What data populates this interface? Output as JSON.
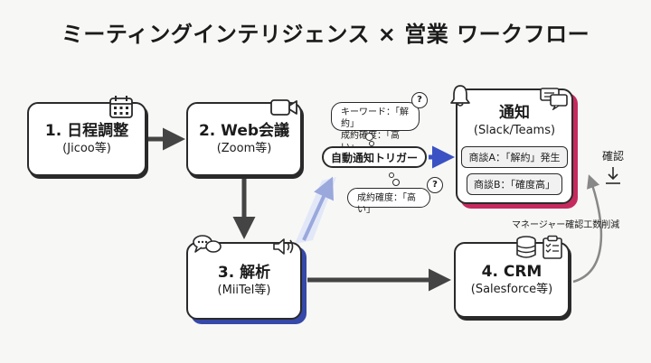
{
  "title": "ミーティングインテリジェンス × 営業 ワークフロー",
  "nodes": {
    "schedule": {
      "title": "1. 日程調整",
      "sub": "(Jicoo等)"
    },
    "webmeeting": {
      "title": "2. Web会議",
      "sub": "(Zoom等)"
    },
    "analysis": {
      "title": "3. 解析",
      "sub": "(MiiTel等)"
    },
    "crm": {
      "title": "4. CRM",
      "sub": "(Salesforce等)"
    },
    "notify": {
      "title": "通知",
      "sub": "(Slack/Teams)",
      "badges": [
        "商談A：「解約」発生",
        "商談B：「確度高」"
      ]
    }
  },
  "trigger": {
    "label": "自動通知トリガー",
    "condition_keyword_line1": "キーワード：「解約」",
    "condition_keyword_line2": "成約確度：「高い」",
    "condition_confidence": "成約確度：「高い」"
  },
  "annotations": {
    "reduction": "マネージャー確認工数削減",
    "confirm": "確認"
  },
  "colors": {
    "analysis_accent": "#3648a8",
    "notify_accent": "#c52a5f",
    "trigger_arrow": "#3a52c4"
  },
  "icons": [
    "calendar-icon",
    "video-camera-icon",
    "chat-bubbles-icon",
    "speaker-icon",
    "bell-icon",
    "database-icon",
    "clipboard-icon",
    "download-icon",
    "question-icon"
  ]
}
